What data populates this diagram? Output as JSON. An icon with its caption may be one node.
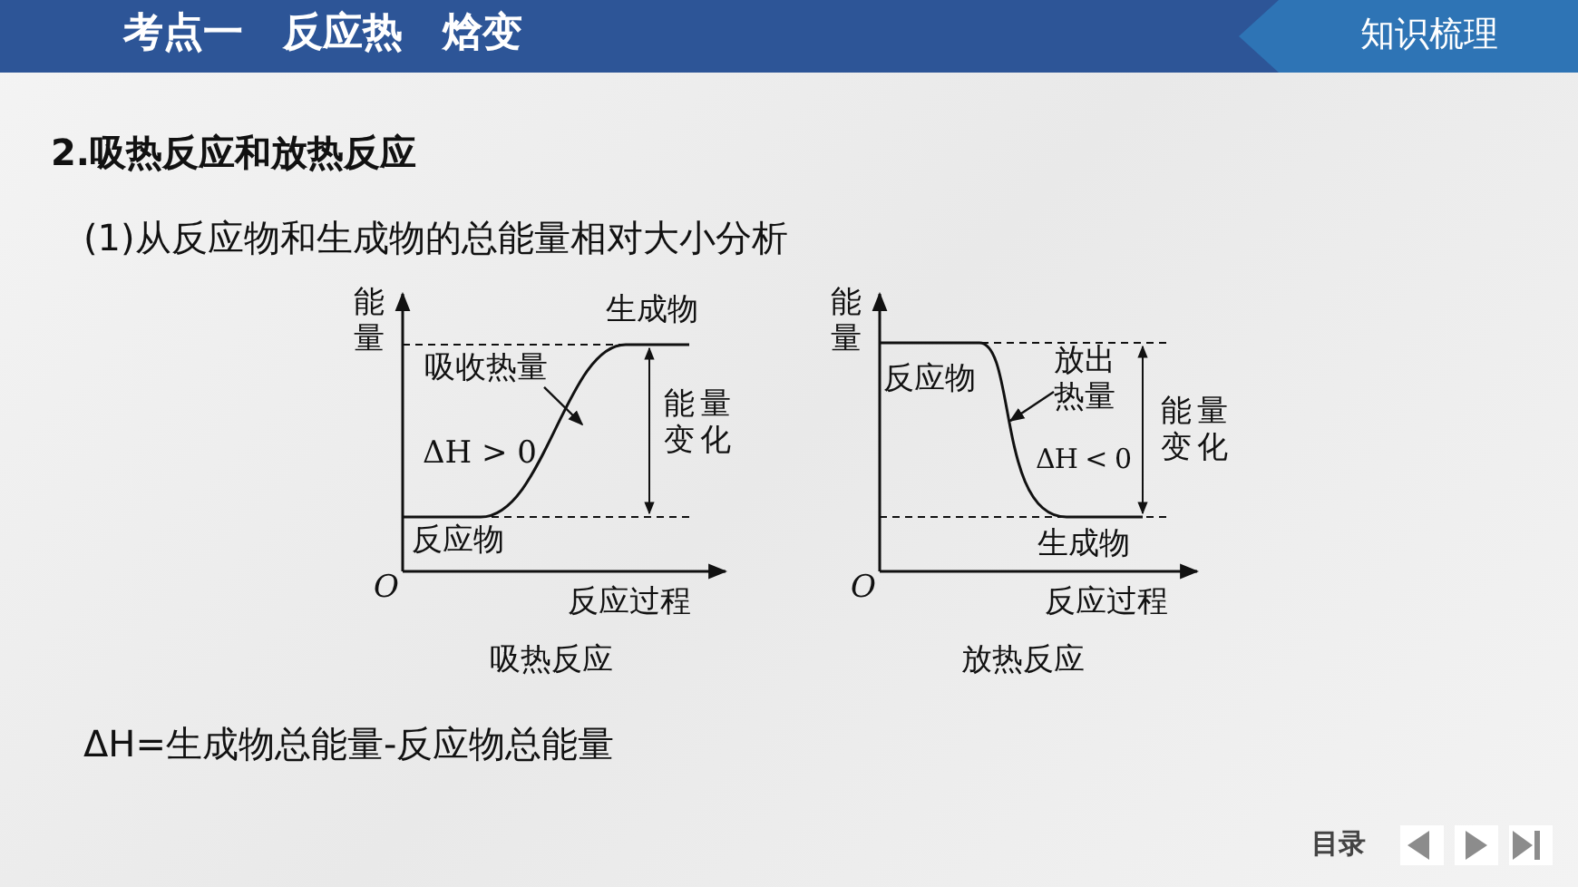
{
  "diagram": {
    "title": "考点一　反应热　焓变",
    "nodes": [
      {
        "text": [
          "吸收热量"
        ]
      },
      {
        "text": [
          "放出热量"
        ]
      },
      {
        "text": [],
        "shape": "curve"
      },
      {
        "text": [],
        "shape": "curve"
      }
    ],
    "edges": [
      {
        "from": 0,
        "to": 2,
        "arrow": "to"
      },
      {
        "from": 1,
        "to": 3,
        "arrow": "to"
      }
    ],
    "labels": [
      "知识梳理",
      "2.吸热反应和放热反应",
      "(1)从反应物和生成物的总能量相对大小分析",
      "能量",
      "生成物",
      "能量变化",
      "ΔH > 0",
      "反应物",
      "O",
      "反应过程",
      "吸热反应",
      "能量",
      "反应物",
      "能量变化",
      "ΔH < 0",
      "生成物",
      "O",
      "反应过程",
      "放热反应",
      "ΔH=生成物总能量-反应物总能量",
      "目录"
    ]
  }
}
